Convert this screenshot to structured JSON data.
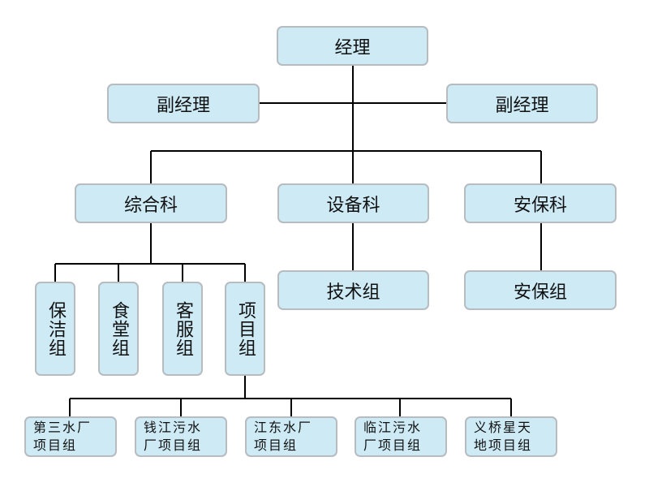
{
  "org": {
    "manager": "经理",
    "deputy_left": "副经理",
    "deputy_right": "副经理",
    "dept_general": "综合科",
    "dept_equipment": "设备科",
    "dept_safety": "安保科",
    "tech_group": "技术组",
    "safety_group": "安保组",
    "cleaning_group": "保洁组",
    "canteen_group": "食堂组",
    "service_group": "客服组",
    "project_group": "项目组",
    "projects": [
      "第三水厂\n项目组",
      "钱江污水\n厂项目组",
      "江东水厂\n项目组",
      "临江污水\n厂项目组",
      "义桥星天\n地项目组"
    ]
  },
  "colors": {
    "box_fill": "#cdeaf5",
    "box_border": "#b6bcbf",
    "line": "#000000"
  }
}
